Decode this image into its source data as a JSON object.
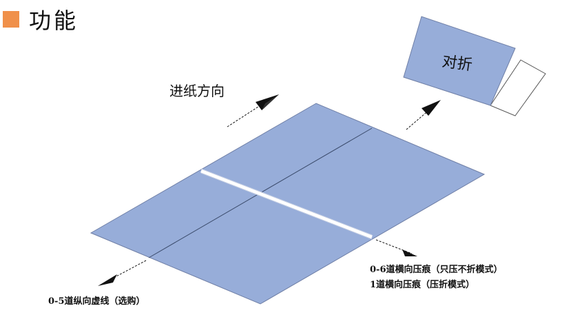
{
  "header": {
    "title": "功能"
  },
  "diagram": {
    "feed_direction_label": "进纸方向",
    "fold_label": "对折",
    "perforation_label": "0-5道纵向虚线（选购）",
    "crease_label_line1": "0-6道横向压痕（只压不折模式）",
    "crease_label_line2": "1道横向压痕（压折模式）"
  },
  "colors": {
    "accent": "#f0904a",
    "sheet_fill": "#97add9",
    "sheet_stroke": "#6f7fa6",
    "text": "#111111"
  }
}
